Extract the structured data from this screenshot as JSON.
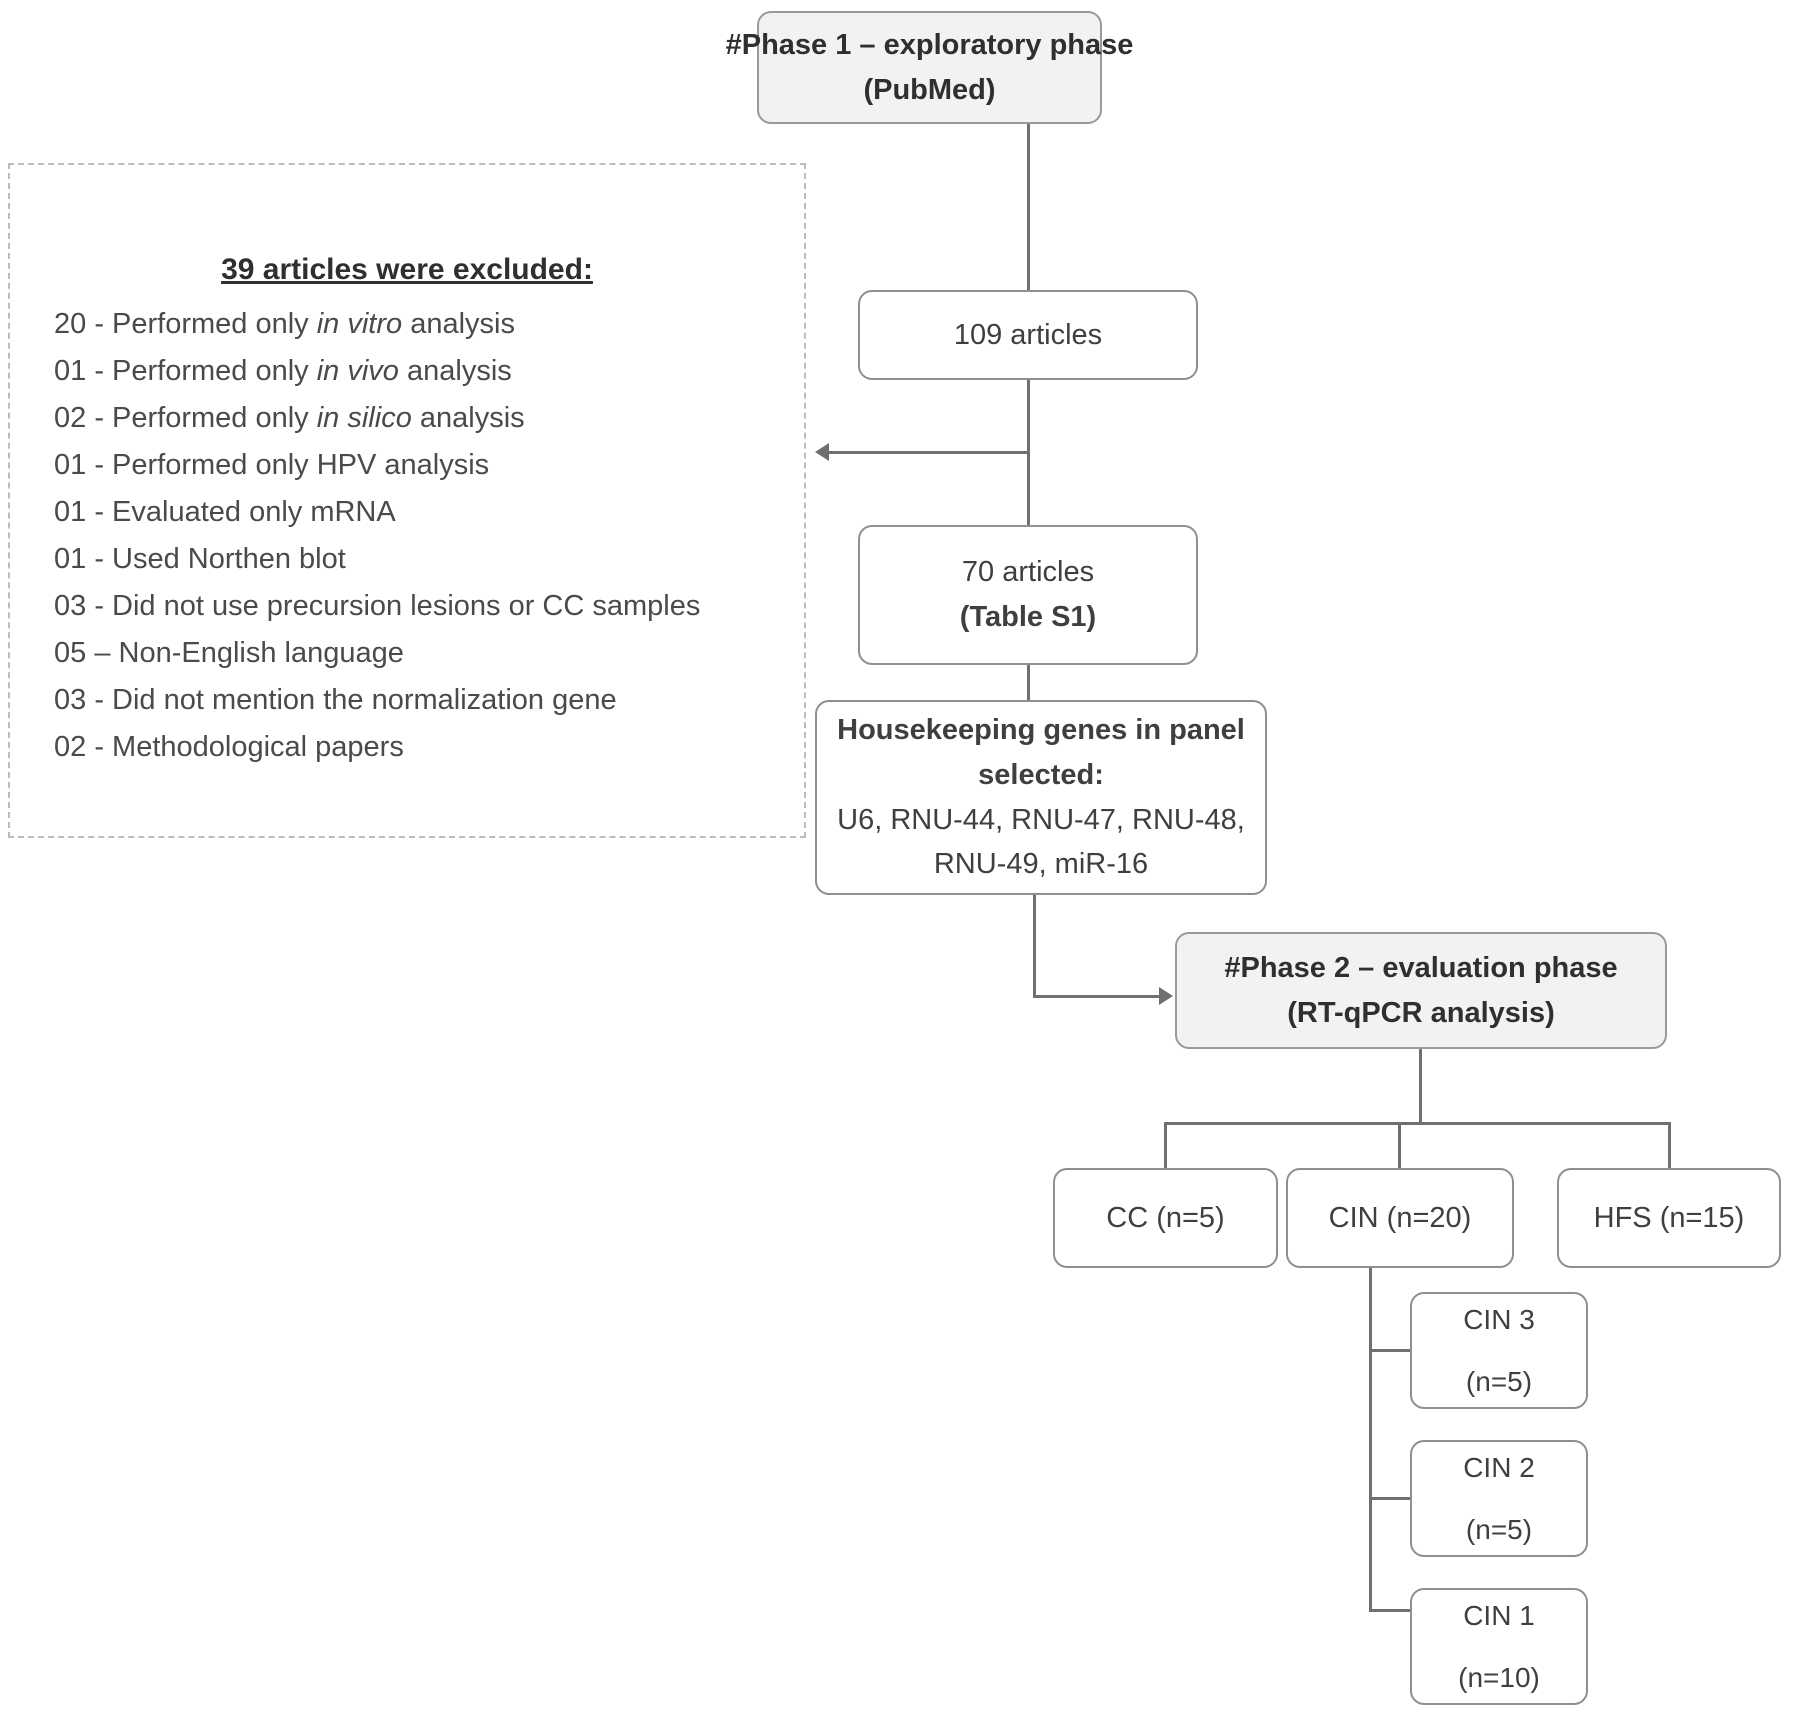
{
  "diagram": {
    "type": "flowchart",
    "title": "Study design flowchart",
    "colors": {
      "box_border": "#8f8f8f",
      "shaded_fill": "#f2f2f2",
      "connector": "#6f6f6f",
      "dashed_border": "#bdbdbd",
      "text": "#3f3f3f"
    }
  },
  "phase1": {
    "line1": "#Phase 1 – exploratory phase",
    "line2": "(PubMed)"
  },
  "articles_109": {
    "label": "109 articles"
  },
  "articles_70": {
    "line1": "70 articles",
    "line2": "(Table S1)"
  },
  "housekeeping": {
    "line1": "Housekeeping genes in panel",
    "line2": "selected:",
    "line3": "U6, RNU-44, RNU-47, RNU-48,",
    "line4": "RNU-49, miR-16"
  },
  "phase2": {
    "line1": "#Phase 2 – evaluation phase",
    "line2": "(RT-qPCR analysis)"
  },
  "exclusion": {
    "title": "39 articles were excluded:",
    "items": [
      {
        "count": "20",
        "dash": "-",
        "pre": "Performed only ",
        "italic": "in vitro",
        "post": " analysis"
      },
      {
        "count": "01",
        "dash": "-",
        "pre": "Performed only ",
        "italic": "in vivo",
        "post": " analysis"
      },
      {
        "count": "02",
        "dash": "-",
        "pre": "Performed only ",
        "italic": "in silico",
        "post": " analysis"
      },
      {
        "count": "01",
        "dash": "-",
        "pre": "Performed only HPV analysis",
        "italic": "",
        "post": ""
      },
      {
        "count": "01",
        "dash": "-",
        "pre": "Evaluated only mRNA",
        "italic": "",
        "post": ""
      },
      {
        "count": "01",
        "dash": "-",
        "pre": "Used Northen blot",
        "italic": "",
        "post": ""
      },
      {
        "count": "03",
        "dash": "-",
        "pre": "Did not use precursion lesions or CC samples",
        "italic": "",
        "post": ""
      },
      {
        "count": "05",
        "dash": "–",
        "pre": "Non-English language",
        "italic": "",
        "post": ""
      },
      {
        "count": "03",
        "dash": "-",
        "pre": "Did not mention the normalization gene",
        "italic": "",
        "post": ""
      },
      {
        "count": "02",
        "dash": "-",
        "pre": "Methodological papers",
        "italic": "",
        "post": ""
      }
    ]
  },
  "samples": {
    "cc": {
      "label": "CC (n=5)"
    },
    "cin": {
      "label": "CIN (n=20)"
    },
    "hfs": {
      "label": "HFS (n=15)"
    },
    "cin3": {
      "line1": "CIN 3",
      "line2": "(n=5)"
    },
    "cin2": {
      "line1": "CIN 2",
      "line2": "(n=5)"
    },
    "cin1": {
      "line1": "CIN 1",
      "line2": "(n=10)"
    }
  }
}
